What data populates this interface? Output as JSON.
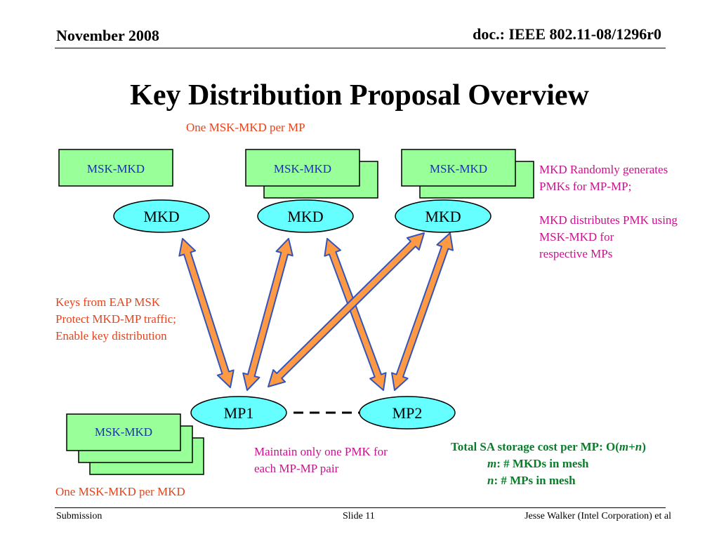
{
  "header": {
    "date": "November 2008",
    "doc_id": "doc.: IEEE 802.11-08/1296r0"
  },
  "title": "Key Distribution Proposal Overview",
  "labels": {
    "msk_mkd": "MSK-MKD",
    "mkd": "MKD",
    "mp1": "MP1",
    "mp2": "MP2"
  },
  "notes": {
    "one_per_mp": "One MSK-MKD per MP",
    "one_per_mkd": "One MSK-MKD per MKD",
    "keys_line1": "Keys from EAP MSK",
    "keys_line2": "Protect MKD-MP traffic;",
    "keys_line3": "Enable key distribution",
    "mkd_line1": "MKD Randomly generates",
    "mkd_line2": "PMKs for MP-MP;",
    "mkd_line3": "MKD distributes PMK using",
    "mkd_line4": "MSK-MKD for",
    "mkd_line5": "respective MPs",
    "maintain_line1": "Maintain only one PMK for",
    "maintain_line2": "each MP-MP pair"
  },
  "storage": {
    "line1_prefix": "Total SA storage cost per MP: O(",
    "m": "m",
    "plus": "+",
    "n": "n",
    "line1_suffix": ")",
    "m_desc": ": # MKDs in mesh",
    "n_desc": ": # MPs in mesh"
  },
  "footer": {
    "left": "Submission",
    "center": "Slide 11",
    "right": "Jesse Walker (Intel Corporation) et al"
  },
  "colors": {
    "green_box": "#99ff99",
    "ellipse": "#66ffff",
    "arrow_fill": "#ff9944",
    "arrow_stroke": "#3355bb",
    "box_text": "#1a2fb0"
  }
}
